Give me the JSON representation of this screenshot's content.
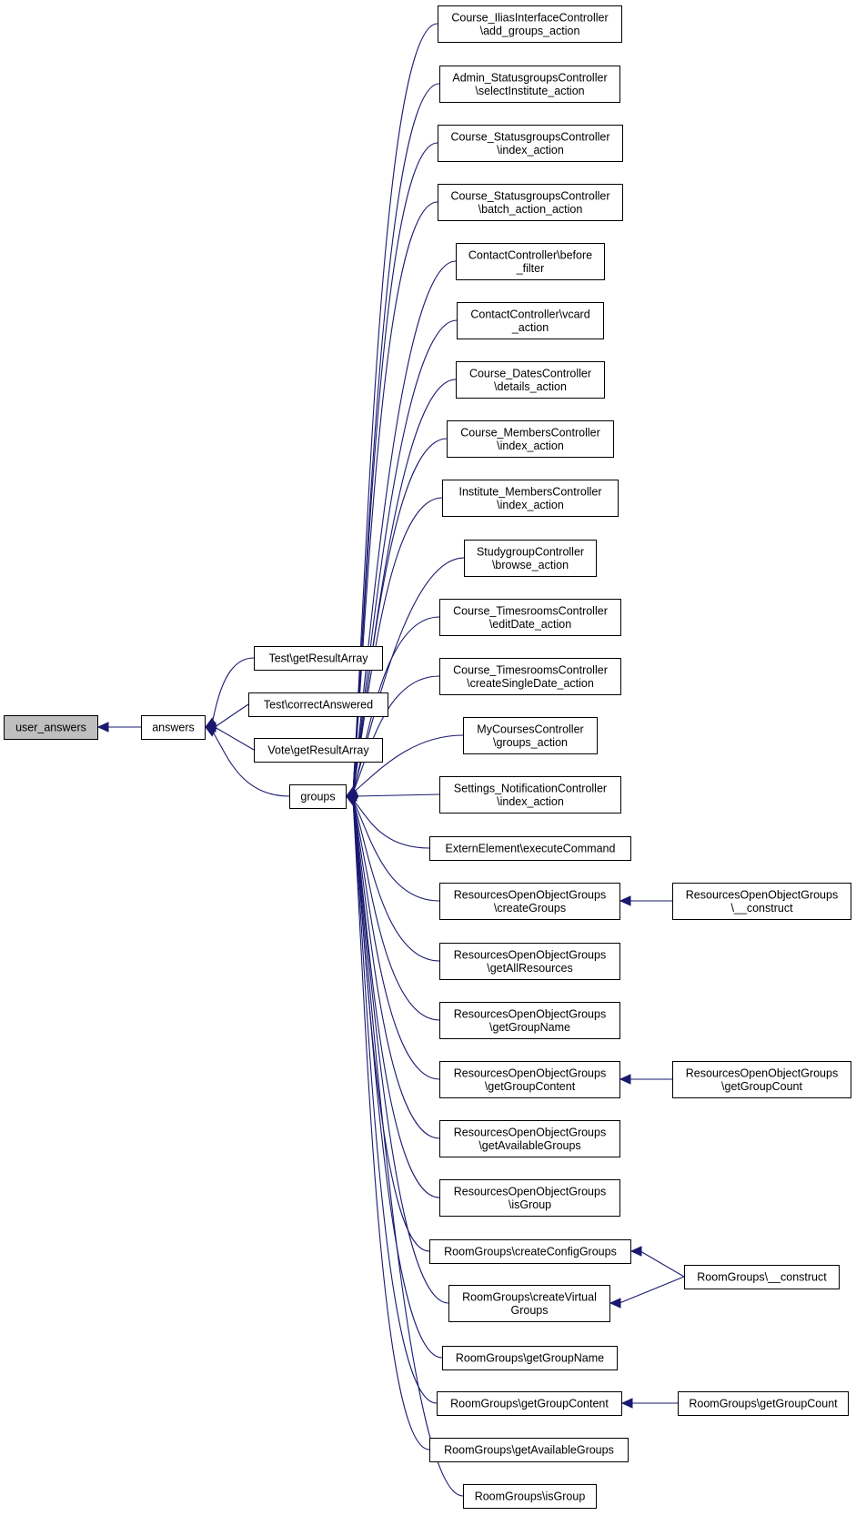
{
  "colors": {
    "edge": "#191970",
    "root_fill": "#bfbfbf",
    "node_fill": "#ffffff",
    "node_border": "#000000"
  },
  "nodes": [
    {
      "id": "user_answers",
      "lines": [
        "user_answers"
      ]
    },
    {
      "id": "answers",
      "lines": [
        "answers"
      ]
    },
    {
      "id": "test_getresultarray",
      "lines": [
        "Test\\getResultArray"
      ]
    },
    {
      "id": "test_correctanswered",
      "lines": [
        "Test\\correctAnswered"
      ]
    },
    {
      "id": "vote_getresultarray",
      "lines": [
        "Vote\\getResultArray"
      ]
    },
    {
      "id": "groups",
      "lines": [
        "groups"
      ]
    },
    {
      "id": "ilias_add_groups",
      "lines": [
        "Course_IliasInterfaceController",
        "\\add_groups_action"
      ]
    },
    {
      "id": "admin_statusgroups_select",
      "lines": [
        "Admin_StatusgroupsController",
        "\\selectInstitute_action"
      ]
    },
    {
      "id": "course_statusgroups_index",
      "lines": [
        "Course_StatusgroupsController",
        "\\index_action"
      ]
    },
    {
      "id": "course_statusgroups_batch",
      "lines": [
        "Course_StatusgroupsController",
        "\\batch_action_action"
      ]
    },
    {
      "id": "contact_before_filter",
      "lines": [
        "ContactController\\before",
        "_filter"
      ]
    },
    {
      "id": "contact_vcard",
      "lines": [
        "ContactController\\vcard",
        "_action"
      ]
    },
    {
      "id": "course_dates_details",
      "lines": [
        "Course_DatesController",
        "\\details_action"
      ]
    },
    {
      "id": "course_members_index",
      "lines": [
        "Course_MembersController",
        "\\index_action"
      ]
    },
    {
      "id": "institute_members_index",
      "lines": [
        "Institute_MembersController",
        "\\index_action"
      ]
    },
    {
      "id": "studygroup_browse",
      "lines": [
        "StudygroupController",
        "\\browse_action"
      ]
    },
    {
      "id": "timesrooms_editdate",
      "lines": [
        "Course_TimesroomsController",
        "\\editDate_action"
      ]
    },
    {
      "id": "timesrooms_createsingle",
      "lines": [
        "Course_TimesroomsController",
        "\\createSingleDate_action"
      ]
    },
    {
      "id": "mycourses_groups",
      "lines": [
        "MyCoursesController",
        "\\groups_action"
      ]
    },
    {
      "id": "settings_notification_index",
      "lines": [
        "Settings_NotificationController",
        "\\index_action"
      ]
    },
    {
      "id": "externelement_execute",
      "lines": [
        "ExternElement\\executeCommand"
      ]
    },
    {
      "id": "roog_creategroups",
      "lines": [
        "ResourcesOpenObjectGroups",
        "\\createGroups"
      ]
    },
    {
      "id": "roog_getallresources",
      "lines": [
        "ResourcesOpenObjectGroups",
        "\\getAllResources"
      ]
    },
    {
      "id": "roog_getgroupname",
      "lines": [
        "ResourcesOpenObjectGroups",
        "\\getGroupName"
      ]
    },
    {
      "id": "roog_getgroupcontent",
      "lines": [
        "ResourcesOpenObjectGroups",
        "\\getGroupContent"
      ]
    },
    {
      "id": "roog_getavailablegroups",
      "lines": [
        "ResourcesOpenObjectGroups",
        "\\getAvailableGroups"
      ]
    },
    {
      "id": "roog_isgroup",
      "lines": [
        "ResourcesOpenObjectGroups",
        "\\isGroup"
      ]
    },
    {
      "id": "roomgroups_createconfig",
      "lines": [
        "RoomGroups\\createConfigGroups"
      ]
    },
    {
      "id": "roomgroups_createvirtual",
      "lines": [
        "RoomGroups\\createVirtual",
        "Groups"
      ]
    },
    {
      "id": "roomgroups_getgroupname",
      "lines": [
        "RoomGroups\\getGroupName"
      ]
    },
    {
      "id": "roomgroups_getgroupcontent",
      "lines": [
        "RoomGroups\\getGroupContent"
      ]
    },
    {
      "id": "roomgroups_getavailable",
      "lines": [
        "RoomGroups\\getAvailableGroups"
      ]
    },
    {
      "id": "roomgroups_isgroup",
      "lines": [
        "RoomGroups\\isGroup"
      ]
    },
    {
      "id": "roog_construct",
      "lines": [
        "ResourcesOpenObjectGroups",
        "\\__construct"
      ]
    },
    {
      "id": "roog_getgroupcount",
      "lines": [
        "ResourcesOpenObjectGroups",
        "\\getGroupCount"
      ]
    },
    {
      "id": "roomgroups_construct",
      "lines": [
        "RoomGroups\\__construct"
      ]
    },
    {
      "id": "roomgroups_getgroupcount",
      "lines": [
        "RoomGroups\\getGroupCount"
      ]
    }
  ],
  "edges": [
    {
      "from": "answers",
      "to": "user_answers"
    },
    {
      "from": "test_getresultarray",
      "to": "answers"
    },
    {
      "from": "test_correctanswered",
      "to": "answers"
    },
    {
      "from": "vote_getresultarray",
      "to": "answers"
    },
    {
      "from": "groups",
      "to": "answers"
    },
    {
      "from": "ilias_add_groups",
      "to": "groups"
    },
    {
      "from": "admin_statusgroups_select",
      "to": "groups"
    },
    {
      "from": "course_statusgroups_index",
      "to": "groups"
    },
    {
      "from": "course_statusgroups_batch",
      "to": "groups"
    },
    {
      "from": "contact_before_filter",
      "to": "groups"
    },
    {
      "from": "contact_vcard",
      "to": "groups"
    },
    {
      "from": "course_dates_details",
      "to": "groups"
    },
    {
      "from": "course_members_index",
      "to": "groups"
    },
    {
      "from": "institute_members_index",
      "to": "groups"
    },
    {
      "from": "studygroup_browse",
      "to": "groups"
    },
    {
      "from": "timesrooms_editdate",
      "to": "groups"
    },
    {
      "from": "timesrooms_createsingle",
      "to": "groups"
    },
    {
      "from": "mycourses_groups",
      "to": "groups"
    },
    {
      "from": "settings_notification_index",
      "to": "groups"
    },
    {
      "from": "externelement_execute",
      "to": "groups"
    },
    {
      "from": "roog_creategroups",
      "to": "groups"
    },
    {
      "from": "roog_getallresources",
      "to": "groups"
    },
    {
      "from": "roog_getgroupname",
      "to": "groups"
    },
    {
      "from": "roog_getgroupcontent",
      "to": "groups"
    },
    {
      "from": "roog_getavailablegroups",
      "to": "groups"
    },
    {
      "from": "roog_isgroup",
      "to": "groups"
    },
    {
      "from": "roomgroups_createconfig",
      "to": "groups"
    },
    {
      "from": "roomgroups_createvirtual",
      "to": "groups"
    },
    {
      "from": "roomgroups_getgroupname",
      "to": "groups"
    },
    {
      "from": "roomgroups_getgroupcontent",
      "to": "groups"
    },
    {
      "from": "roomgroups_getavailable",
      "to": "groups"
    },
    {
      "from": "roomgroups_isgroup",
      "to": "groups"
    },
    {
      "from": "roog_construct",
      "to": "roog_creategroups"
    },
    {
      "from": "roog_getgroupcount",
      "to": "roog_getgroupcontent"
    },
    {
      "from": "roomgroups_construct",
      "to": "roomgroups_createconfig"
    },
    {
      "from": "roomgroups_construct",
      "to": "roomgroups_createvirtual"
    },
    {
      "from": "roomgroups_getgroupcount",
      "to": "roomgroups_getgroupcontent"
    }
  ]
}
